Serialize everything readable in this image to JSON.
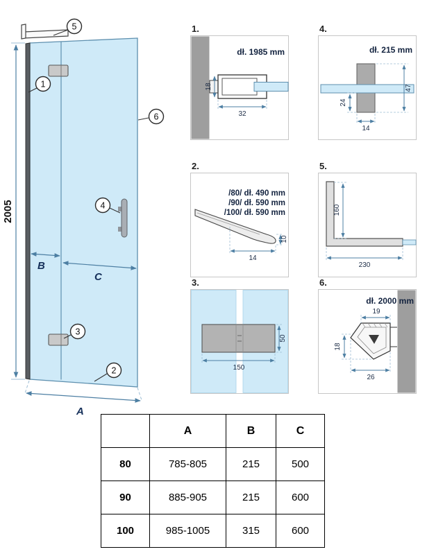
{
  "main": {
    "height_dim": "2005",
    "dim_a": "A",
    "dim_b": "B",
    "dim_c": "C",
    "callouts": {
      "c1": "1",
      "c2": "2",
      "c3": "3",
      "c4": "4",
      "c5": "5",
      "c6": "6"
    }
  },
  "details": {
    "d1": {
      "num": "1.",
      "length": "dł. 1985 mm",
      "dim_height": "18",
      "dim_width": "32"
    },
    "d2": {
      "num": "2.",
      "len_80": "/80/ dł. 490 mm",
      "len_90": "/90/ dł. 590 mm",
      "len_100": "/100/ dł. 590 mm",
      "dim_width": "14",
      "dim_height": "10"
    },
    "d3": {
      "num": "3.",
      "dim_width": "150",
      "dim_height": "50"
    },
    "d4": {
      "num": "4.",
      "length": "dł. 215 mm",
      "dim_right": "47",
      "dim_left": "24",
      "dim_bottom": "14"
    },
    "d5": {
      "num": "5.",
      "dim_vertical": "160",
      "dim_horizontal": "230"
    },
    "d6": {
      "num": "6.",
      "length": "dł. 2000 mm",
      "dim_top": "19",
      "dim_left": "18",
      "dim_bottom": "26"
    }
  },
  "table": {
    "headers": [
      "",
      "A",
      "B",
      "C"
    ],
    "rows": [
      {
        "size": "80",
        "a": "785-805",
        "b": "215",
        "c": "500"
      },
      {
        "size": "90",
        "a": "885-905",
        "b": "215",
        "c": "600"
      },
      {
        "size": "100",
        "a": "985-1005",
        "b": "315",
        "c": "600"
      }
    ]
  }
}
